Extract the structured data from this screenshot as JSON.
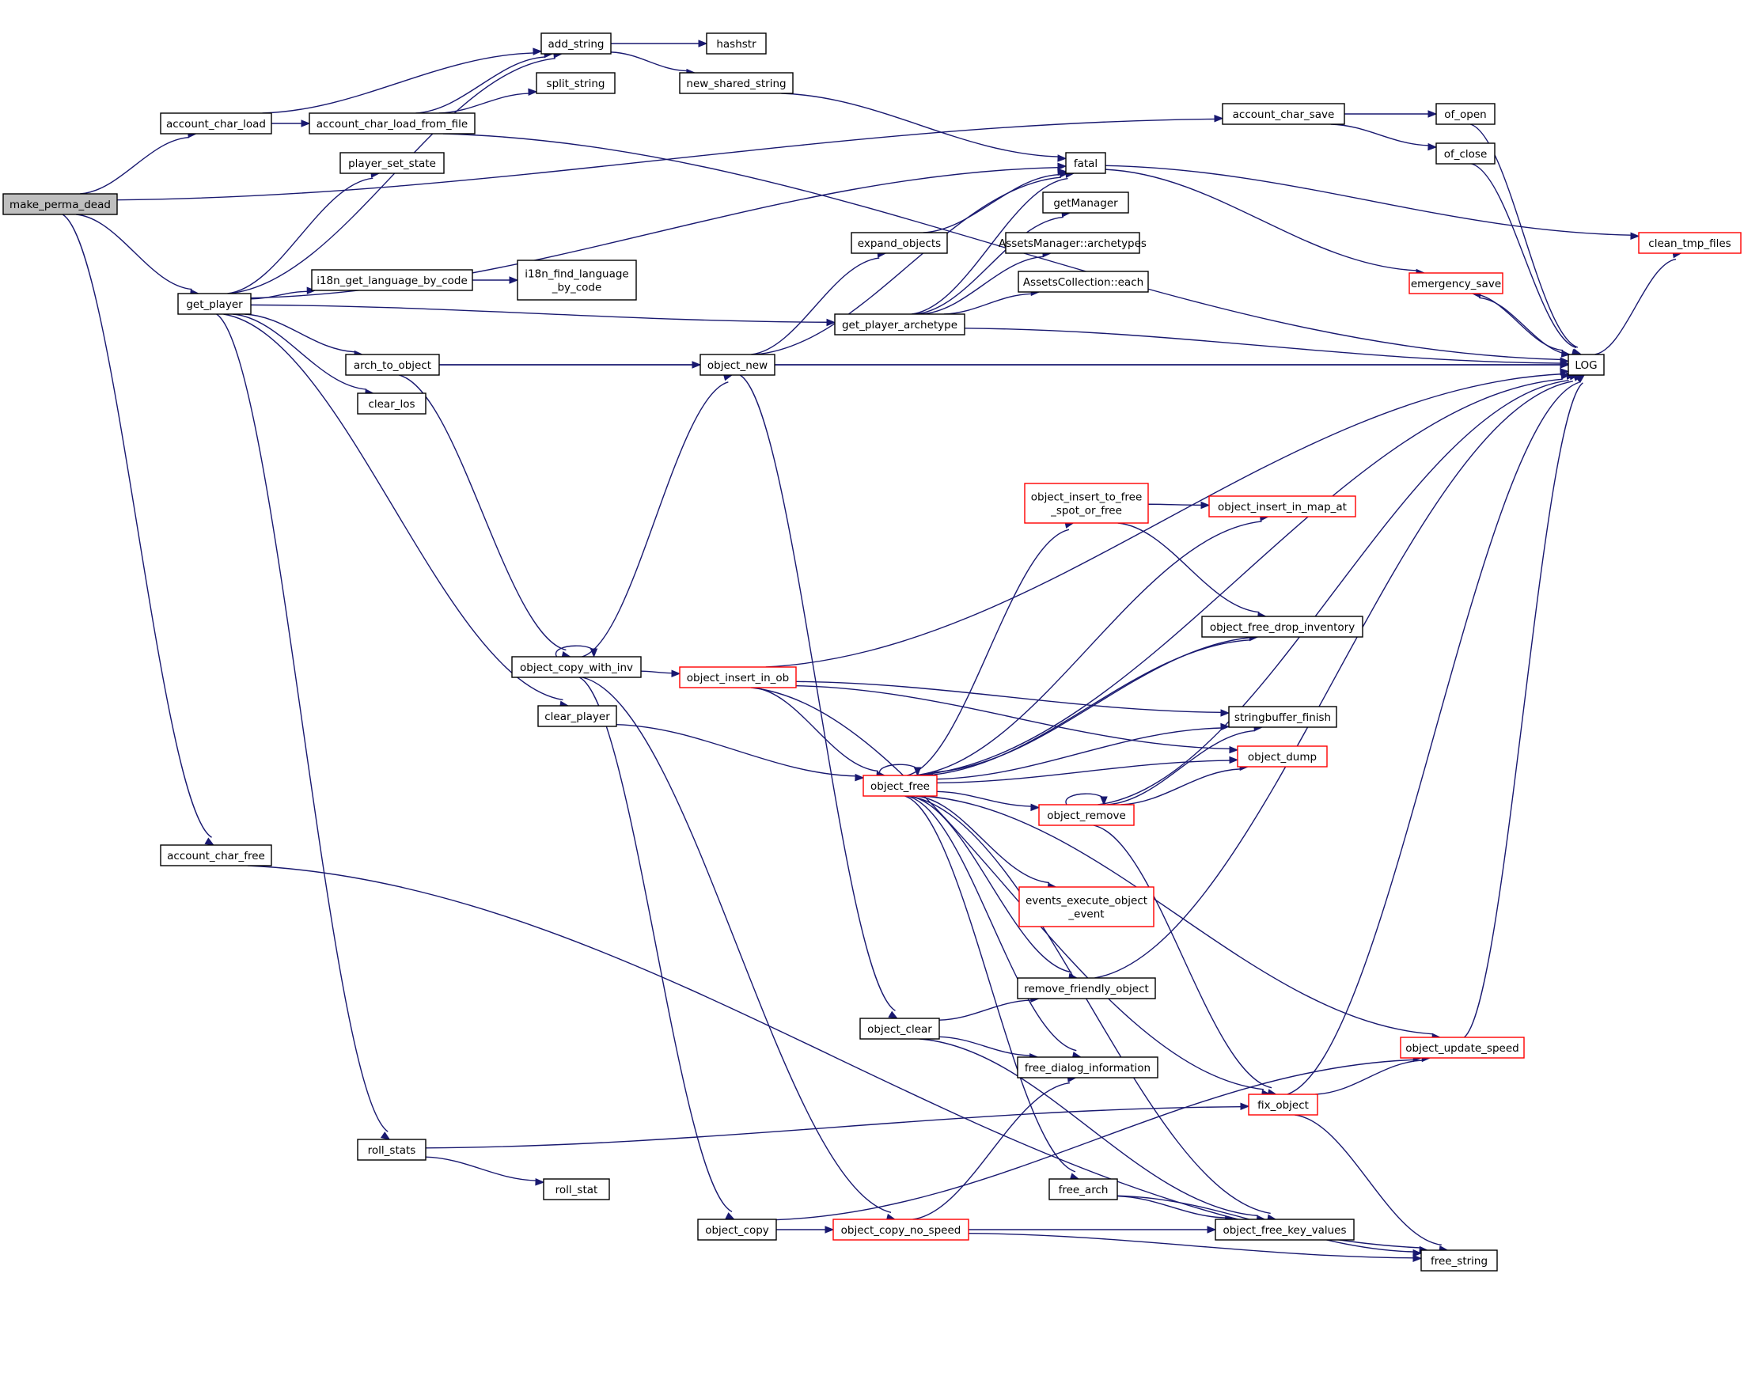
{
  "colors": {
    "edge": "#191970",
    "node_border": "#000000",
    "truncated_border": "#ff0000",
    "root_fill": "#bfbfbf",
    "node_fill": "#ffffff"
  },
  "nodes": [
    {
      "id": "make_perma_dead",
      "label": [
        "make_perma_dead"
      ],
      "kind": "root"
    },
    {
      "id": "account_char_load",
      "label": [
        "account_char_load"
      ],
      "kind": "normal"
    },
    {
      "id": "get_player",
      "label": [
        "get_player"
      ],
      "kind": "normal"
    },
    {
      "id": "account_char_free",
      "label": [
        "account_char_free"
      ],
      "kind": "normal"
    },
    {
      "id": "add_string",
      "label": [
        "add_string"
      ],
      "kind": "normal"
    },
    {
      "id": "account_char_load_from_file",
      "label": [
        "account_char_load_from_file"
      ],
      "kind": "normal"
    },
    {
      "id": "player_set_state",
      "label": [
        "player_set_state"
      ],
      "kind": "normal"
    },
    {
      "id": "i18n_get_language_by_code",
      "label": [
        "i18n_get_language_by_code"
      ],
      "kind": "normal"
    },
    {
      "id": "arch_to_object",
      "label": [
        "arch_to_object"
      ],
      "kind": "normal"
    },
    {
      "id": "clear_los",
      "label": [
        "clear_los"
      ],
      "kind": "normal"
    },
    {
      "id": "object_copy_with_inv",
      "label": [
        "object_copy_with_inv"
      ],
      "kind": "normal"
    },
    {
      "id": "clear_player",
      "label": [
        "clear_player"
      ],
      "kind": "normal"
    },
    {
      "id": "roll_stats",
      "label": [
        "roll_stats"
      ],
      "kind": "normal"
    },
    {
      "id": "hashstr",
      "label": [
        "hashstr"
      ],
      "kind": "normal"
    },
    {
      "id": "split_string",
      "label": [
        "split_string"
      ],
      "kind": "normal"
    },
    {
      "id": "new_shared_string",
      "label": [
        "new_shared_string"
      ],
      "kind": "normal"
    },
    {
      "id": "i18n_find_language_by_code",
      "label": [
        "i18n_find_language",
        "_by_code"
      ],
      "kind": "normal"
    },
    {
      "id": "roll_stat",
      "label": [
        "roll_stat"
      ],
      "kind": "normal"
    },
    {
      "id": "object_insert_in_ob",
      "label": [
        "object_insert_in_ob"
      ],
      "kind": "truncated"
    },
    {
      "id": "object_copy",
      "label": [
        "object_copy"
      ],
      "kind": "normal"
    },
    {
      "id": "object_new",
      "label": [
        "object_new"
      ],
      "kind": "normal"
    },
    {
      "id": "expand_objects",
      "label": [
        "expand_objects"
      ],
      "kind": "normal"
    },
    {
      "id": "object_clear",
      "label": [
        "object_clear"
      ],
      "kind": "normal"
    },
    {
      "id": "object_copy_no_speed",
      "label": [
        "object_copy_no_speed"
      ],
      "kind": "truncated"
    },
    {
      "id": "get_player_archetype",
      "label": [
        "get_player_archetype"
      ],
      "kind": "normal"
    },
    {
      "id": "object_free",
      "label": [
        "object_free"
      ],
      "kind": "truncated"
    },
    {
      "id": "fatal",
      "label": [
        "fatal"
      ],
      "kind": "normal"
    },
    {
      "id": "getManager",
      "label": [
        "getManager"
      ],
      "kind": "normal"
    },
    {
      "id": "AssetsManager_archetypes",
      "label": [
        "AssetsManager::archetypes"
      ],
      "kind": "normal"
    },
    {
      "id": "AssetsCollection_each",
      "label": [
        "AssetsCollection::each"
      ],
      "kind": "normal"
    },
    {
      "id": "object_insert_to_free_spot_or_free",
      "label": [
        "object_insert_to_free",
        "_spot_or_free"
      ],
      "kind": "truncated"
    },
    {
      "id": "object_remove",
      "label": [
        "object_remove"
      ],
      "kind": "truncated"
    },
    {
      "id": "events_execute_object_event",
      "label": [
        "events_execute_object",
        "_event"
      ],
      "kind": "truncated"
    },
    {
      "id": "remove_friendly_object",
      "label": [
        "remove_friendly_object"
      ],
      "kind": "normal"
    },
    {
      "id": "free_dialog_information",
      "label": [
        "free_dialog_information"
      ],
      "kind": "normal"
    },
    {
      "id": "free_arch",
      "label": [
        "free_arch"
      ],
      "kind": "normal"
    },
    {
      "id": "object_insert_in_map_at",
      "label": [
        "object_insert_in_map_at"
      ],
      "kind": "truncated"
    },
    {
      "id": "object_free_drop_inventory",
      "label": [
        "object_free_drop_inventory"
      ],
      "kind": "normal"
    },
    {
      "id": "stringbuffer_finish",
      "label": [
        "stringbuffer_finish"
      ],
      "kind": "normal"
    },
    {
      "id": "object_dump",
      "label": [
        "object_dump"
      ],
      "kind": "truncated"
    },
    {
      "id": "fix_object",
      "label": [
        "fix_object"
      ],
      "kind": "truncated"
    },
    {
      "id": "object_free_key_values",
      "label": [
        "object_free_key_values"
      ],
      "kind": "normal"
    },
    {
      "id": "account_char_save",
      "label": [
        "account_char_save"
      ],
      "kind": "normal"
    },
    {
      "id": "emergency_save",
      "label": [
        "emergency_save"
      ],
      "kind": "truncated"
    },
    {
      "id": "object_update_speed",
      "label": [
        "object_update_speed"
      ],
      "kind": "truncated"
    },
    {
      "id": "free_string",
      "label": [
        "free_string"
      ],
      "kind": "normal"
    },
    {
      "id": "of_open",
      "label": [
        "of_open"
      ],
      "kind": "normal"
    },
    {
      "id": "of_close",
      "label": [
        "of_close"
      ],
      "kind": "normal"
    },
    {
      "id": "LOG",
      "label": [
        "LOG"
      ],
      "kind": "normal"
    },
    {
      "id": "clean_tmp_files",
      "label": [
        "clean_tmp_files"
      ],
      "kind": "truncated"
    }
  ],
  "edges": [
    [
      "make_perma_dead",
      "account_char_save"
    ],
    [
      "make_perma_dead",
      "account_char_load"
    ],
    [
      "make_perma_dead",
      "get_player"
    ],
    [
      "make_perma_dead",
      "account_char_free"
    ],
    [
      "account_char_load",
      "add_string"
    ],
    [
      "account_char_load",
      "account_char_load_from_file"
    ],
    [
      "account_char_load_from_file",
      "add_string"
    ],
    [
      "account_char_load_from_file",
      "split_string"
    ],
    [
      "account_char_load_from_file",
      "LOG"
    ],
    [
      "add_string",
      "hashstr"
    ],
    [
      "add_string",
      "new_shared_string"
    ],
    [
      "new_shared_string",
      "fatal"
    ],
    [
      "get_player",
      "add_string"
    ],
    [
      "get_player",
      "player_set_state"
    ],
    [
      "get_player",
      "fatal"
    ],
    [
      "get_player",
      "i18n_get_language_by_code"
    ],
    [
      "get_player",
      "get_player_archetype"
    ],
    [
      "get_player",
      "arch_to_object"
    ],
    [
      "get_player",
      "clear_los"
    ],
    [
      "get_player",
      "clear_player"
    ],
    [
      "get_player",
      "roll_stats"
    ],
    [
      "i18n_get_language_by_code",
      "i18n_find_language_by_code"
    ],
    [
      "arch_to_object",
      "object_new"
    ],
    [
      "arch_to_object",
      "LOG"
    ],
    [
      "arch_to_object",
      "object_copy_with_inv"
    ],
    [
      "object_copy_with_inv",
      "object_copy_with_inv"
    ],
    [
      "object_copy_with_inv",
      "object_new"
    ],
    [
      "object_copy_with_inv",
      "object_insert_in_ob"
    ],
    [
      "object_copy_with_inv",
      "object_copy"
    ],
    [
      "object_copy_with_inv",
      "object_copy_no_speed"
    ],
    [
      "clear_player",
      "object_free"
    ],
    [
      "roll_stats",
      "fix_object"
    ],
    [
      "roll_stats",
      "roll_stat"
    ],
    [
      "object_new",
      "expand_objects"
    ],
    [
      "object_new",
      "fatal"
    ],
    [
      "object_new",
      "LOG"
    ],
    [
      "object_new",
      "object_clear"
    ],
    [
      "expand_objects",
      "fatal"
    ],
    [
      "get_player_archetype",
      "fatal"
    ],
    [
      "get_player_archetype",
      "getManager"
    ],
    [
      "get_player_archetype",
      "AssetsManager_archetypes"
    ],
    [
      "get_player_archetype",
      "AssetsCollection_each"
    ],
    [
      "get_player_archetype",
      "LOG"
    ],
    [
      "fatal",
      "clean_tmp_files"
    ],
    [
      "fatal",
      "emergency_save"
    ],
    [
      "emergency_save",
      "LOG"
    ],
    [
      "LOG",
      "emergency_save"
    ],
    [
      "LOG",
      "clean_tmp_files"
    ],
    [
      "account_char_save",
      "of_open"
    ],
    [
      "account_char_save",
      "of_close"
    ],
    [
      "of_open",
      "LOG"
    ],
    [
      "of_close",
      "LOG"
    ],
    [
      "object_insert_in_ob",
      "LOG"
    ],
    [
      "object_insert_in_ob",
      "stringbuffer_finish"
    ],
    [
      "object_insert_in_ob",
      "object_dump"
    ],
    [
      "object_insert_in_ob",
      "object_free"
    ],
    [
      "object_insert_in_ob",
      "fix_object"
    ],
    [
      "object_free",
      "object_free"
    ],
    [
      "object_free",
      "object_insert_in_map_at"
    ],
    [
      "object_free",
      "object_insert_to_free_spot_or_free"
    ],
    [
      "object_free",
      "object_free_drop_inventory"
    ],
    [
      "object_free",
      "stringbuffer_finish"
    ],
    [
      "object_free",
      "object_dump"
    ],
    [
      "object_free",
      "object_remove"
    ],
    [
      "object_free",
      "LOG"
    ],
    [
      "object_free",
      "events_execute_object_event"
    ],
    [
      "object_free",
      "remove_friendly_object"
    ],
    [
      "object_free",
      "object_update_speed"
    ],
    [
      "object_free",
      "free_dialog_information"
    ],
    [
      "object_free",
      "free_arch"
    ],
    [
      "object_free",
      "object_free_key_values"
    ],
    [
      "object_insert_to_free_spot_or_free",
      "object_insert_in_map_at"
    ],
    [
      "object_insert_to_free_spot_or_free",
      "object_free_drop_inventory"
    ],
    [
      "object_free_drop_inventory",
      "object_free"
    ],
    [
      "object_remove",
      "object_remove"
    ],
    [
      "object_remove",
      "stringbuffer_finish"
    ],
    [
      "object_remove",
      "object_dump"
    ],
    [
      "object_remove",
      "LOG"
    ],
    [
      "object_remove",
      "fix_object"
    ],
    [
      "remove_friendly_object",
      "LOG"
    ],
    [
      "object_clear",
      "remove_friendly_object"
    ],
    [
      "object_clear",
      "free_dialog_information"
    ],
    [
      "object_clear",
      "object_free_key_values"
    ],
    [
      "fix_object",
      "object_update_speed"
    ],
    [
      "fix_object",
      "LOG"
    ],
    [
      "fix_object",
      "free_string"
    ],
    [
      "object_update_speed",
      "LOG"
    ],
    [
      "free_arch",
      "object_free_key_values"
    ],
    [
      "free_arch",
      "free_string"
    ],
    [
      "object_copy",
      "object_copy_no_speed"
    ],
    [
      "object_copy",
      "object_update_speed"
    ],
    [
      "object_copy_no_speed",
      "free_dialog_information"
    ],
    [
      "object_copy_no_speed",
      "object_free_key_values"
    ],
    [
      "object_copy_no_speed",
      "free_string"
    ],
    [
      "account_char_free",
      "free_string"
    ]
  ]
}
